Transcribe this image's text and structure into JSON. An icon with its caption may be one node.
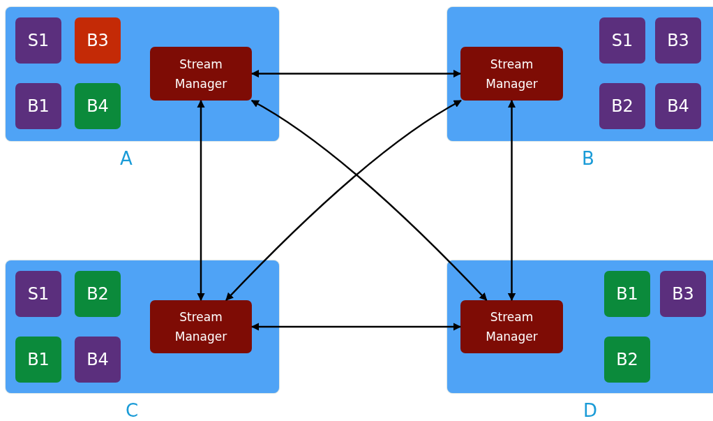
{
  "diagram": {
    "nodes": [
      {
        "text": [
          "A"
        ]
      },
      {
        "text": [
          "S1"
        ],
        "in": 0
      },
      {
        "text": [
          "B3"
        ],
        "in": 0
      },
      {
        "text": [
          "B1"
        ],
        "in": 0
      },
      {
        "text": [
          "B4"
        ],
        "in": 0
      },
      {
        "text": [
          "Stream Manager"
        ],
        "in": 0
      },
      {
        "text": [
          "B"
        ]
      },
      {
        "text": [
          "Stream Manager"
        ],
        "in": 6
      },
      {
        "text": [
          "S1"
        ],
        "in": 6
      },
      {
        "text": [
          "B3"
        ],
        "in": 6
      },
      {
        "text": [
          "B2"
        ],
        "in": 6
      },
      {
        "text": [
          "B4"
        ],
        "in": 6
      },
      {
        "text": [
          "C"
        ]
      },
      {
        "text": [
          "S1"
        ],
        "in": 12
      },
      {
        "text": [
          "B2"
        ],
        "in": 12
      },
      {
        "text": [
          "B1"
        ],
        "in": 12
      },
      {
        "text": [
          "B4"
        ],
        "in": 12
      },
      {
        "text": [
          "Stream Manager"
        ],
        "in": 12
      },
      {
        "text": [
          "D"
        ]
      },
      {
        "text": [
          "Stream Manager"
        ],
        "in": 18
      },
      {
        "text": [
          "B1"
        ],
        "in": 18
      },
      {
        "text": [
          "B3"
        ],
        "in": 18
      },
      {
        "text": [
          "B2"
        ],
        "in": 18
      }
    ],
    "edges": [
      {
        "from": 5,
        "to": 7,
        "arrow": "both"
      },
      {
        "from": 5,
        "to": 17,
        "arrow": "both"
      },
      {
        "from": 5,
        "to": 19,
        "arrow": "both"
      },
      {
        "from": 7,
        "to": 17,
        "arrow": "both"
      },
      {
        "from": 7,
        "to": 19,
        "arrow": "both"
      },
      {
        "from": 17,
        "to": 19,
        "arrow": "both"
      }
    ]
  }
}
